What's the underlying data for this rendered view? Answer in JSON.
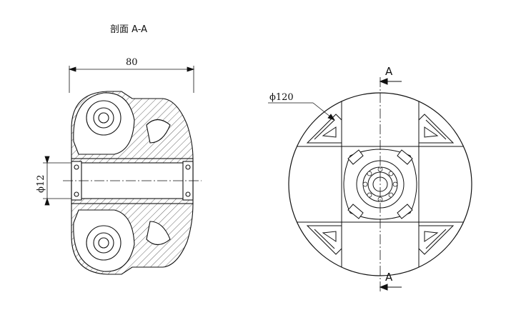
{
  "section_title": "剖面 A-A",
  "dimensions": {
    "width": "80",
    "shaft_diameter": "ϕ12",
    "outer_diameter": "ϕ120"
  },
  "section_marks": {
    "top": "A",
    "bottom": "A"
  }
}
